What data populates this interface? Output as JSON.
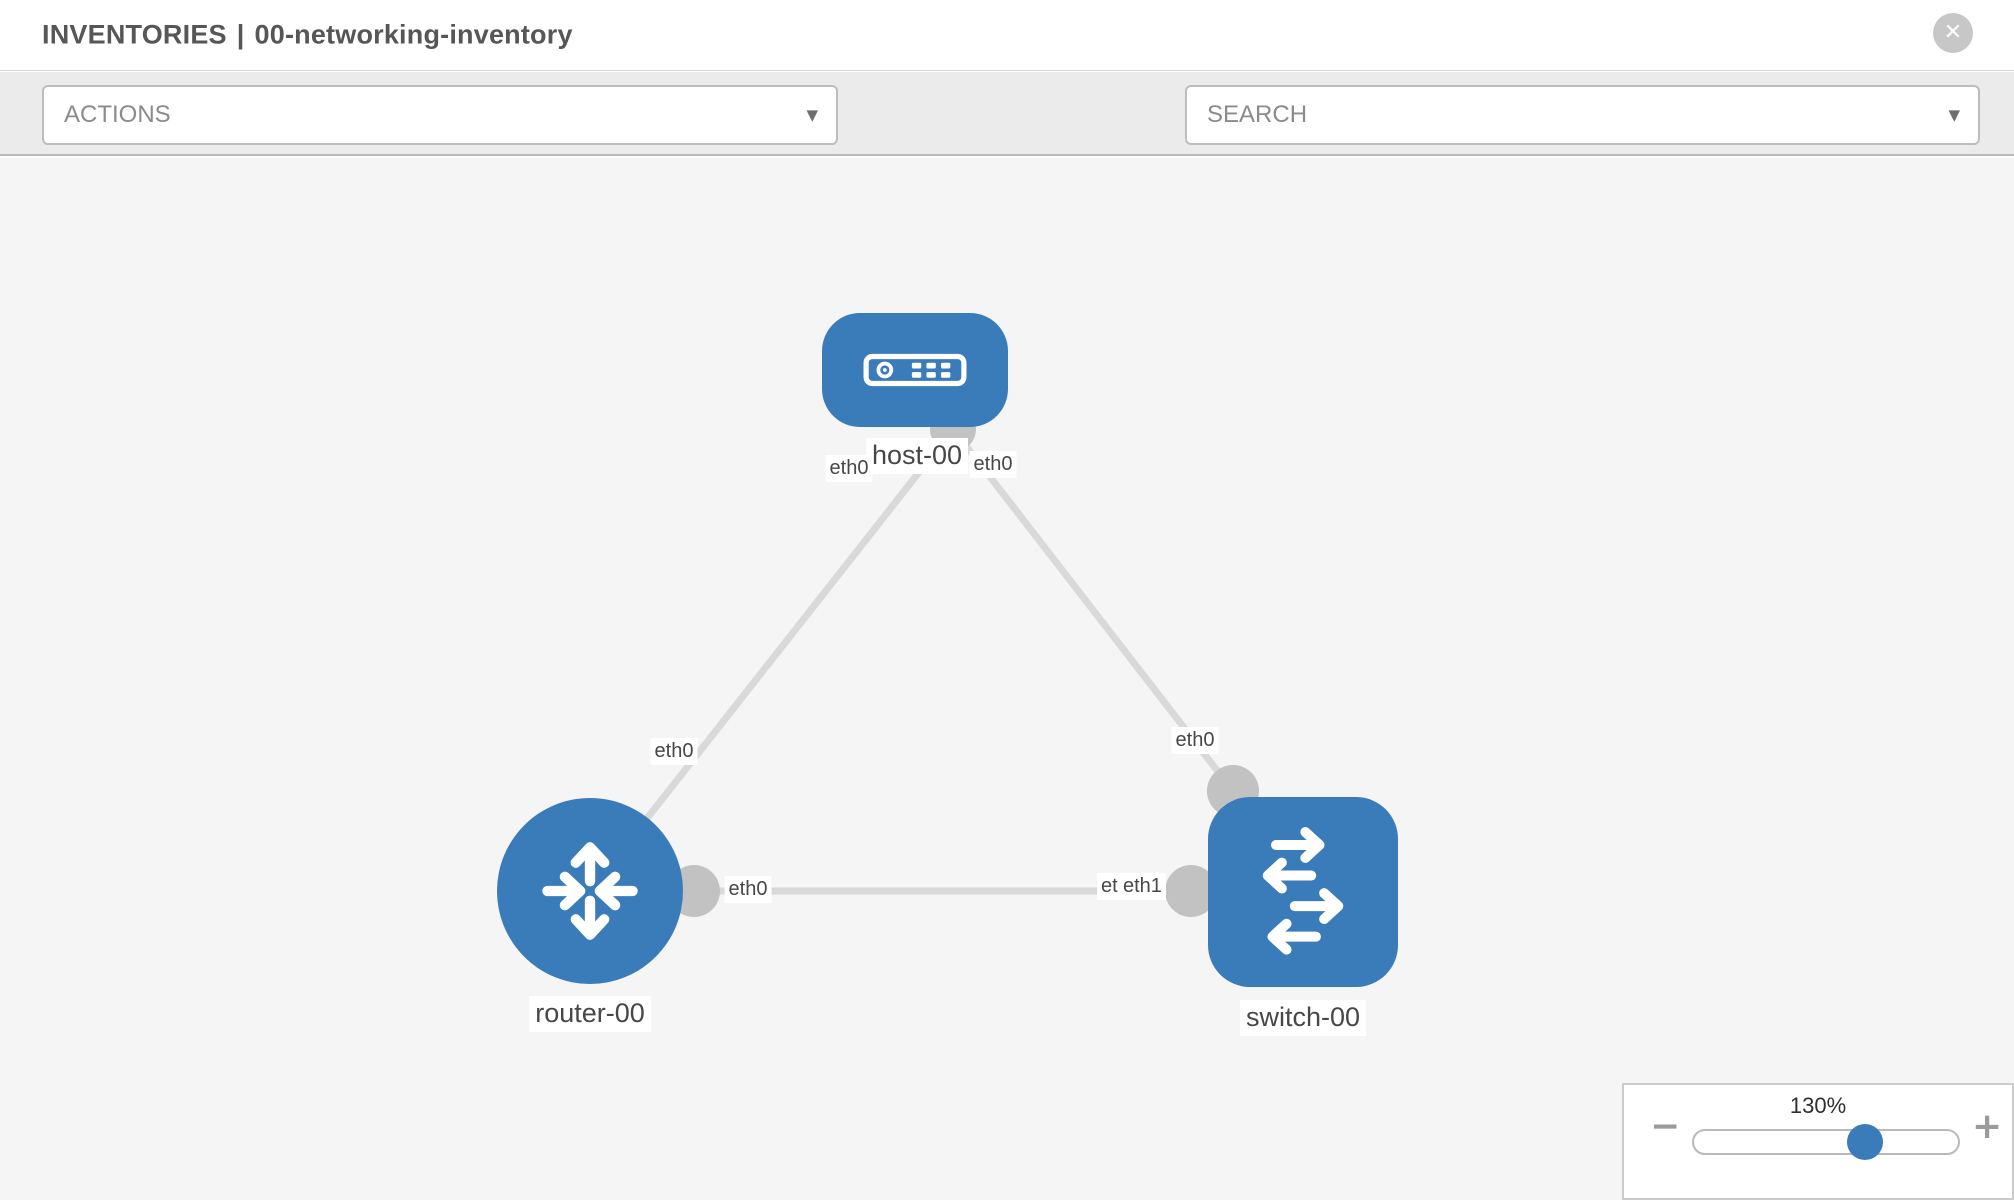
{
  "header": {
    "title_primary": "INVENTORIES",
    "title_separator": "|",
    "title_secondary": "00-networking-inventory"
  },
  "toolbar": {
    "actions_label": "ACTIONS",
    "search_label": "SEARCH"
  },
  "icons": {
    "close_glyph": "✕",
    "caret_glyph": "▼",
    "minus_glyph": "−",
    "plus_glyph": "+"
  },
  "topology": {
    "nodes": [
      {
        "id": "host-00",
        "type": "host",
        "label": "host-00"
      },
      {
        "id": "router-00",
        "type": "router",
        "label": "router-00"
      },
      {
        "id": "switch-00",
        "type": "switch",
        "label": "switch-00"
      }
    ],
    "links": [
      {
        "from": "host-00",
        "to": "router-00",
        "from_label": "eth0",
        "to_label": "eth0"
      },
      {
        "from": "host-00",
        "to": "switch-00",
        "from_label": "eth0",
        "to_label": "eth0"
      },
      {
        "from": "router-00",
        "to": "switch-00",
        "from_label": "eth0",
        "to_label": "eth1"
      }
    ],
    "iface_labels": {
      "host_router_host": "eth0",
      "host_router_router": "eth0",
      "host_switch_host": "eth0",
      "host_switch_switch": "eth0",
      "router_switch_router": "eth0",
      "router_switch_switch_back": "eth1",
      "router_switch_switch_front": "eth1"
    }
  },
  "zoom_panel": {
    "level": "130%"
  },
  "colors": {
    "node_fill": "#3a7cb9",
    "edge": "#d9d9d9",
    "port": "#c2c2c2",
    "chip_text": "#474747",
    "toolbar_bg": "#ebebeb",
    "canvas_bg": "#f5f5f5",
    "title_text": "#565656",
    "muted_text": "#8b8b8b",
    "border": "#bdbdbd",
    "icon_gray": "#8b939c",
    "close_gray": "#c7c7c7",
    "slider_handle": "#3a7cb9"
  }
}
